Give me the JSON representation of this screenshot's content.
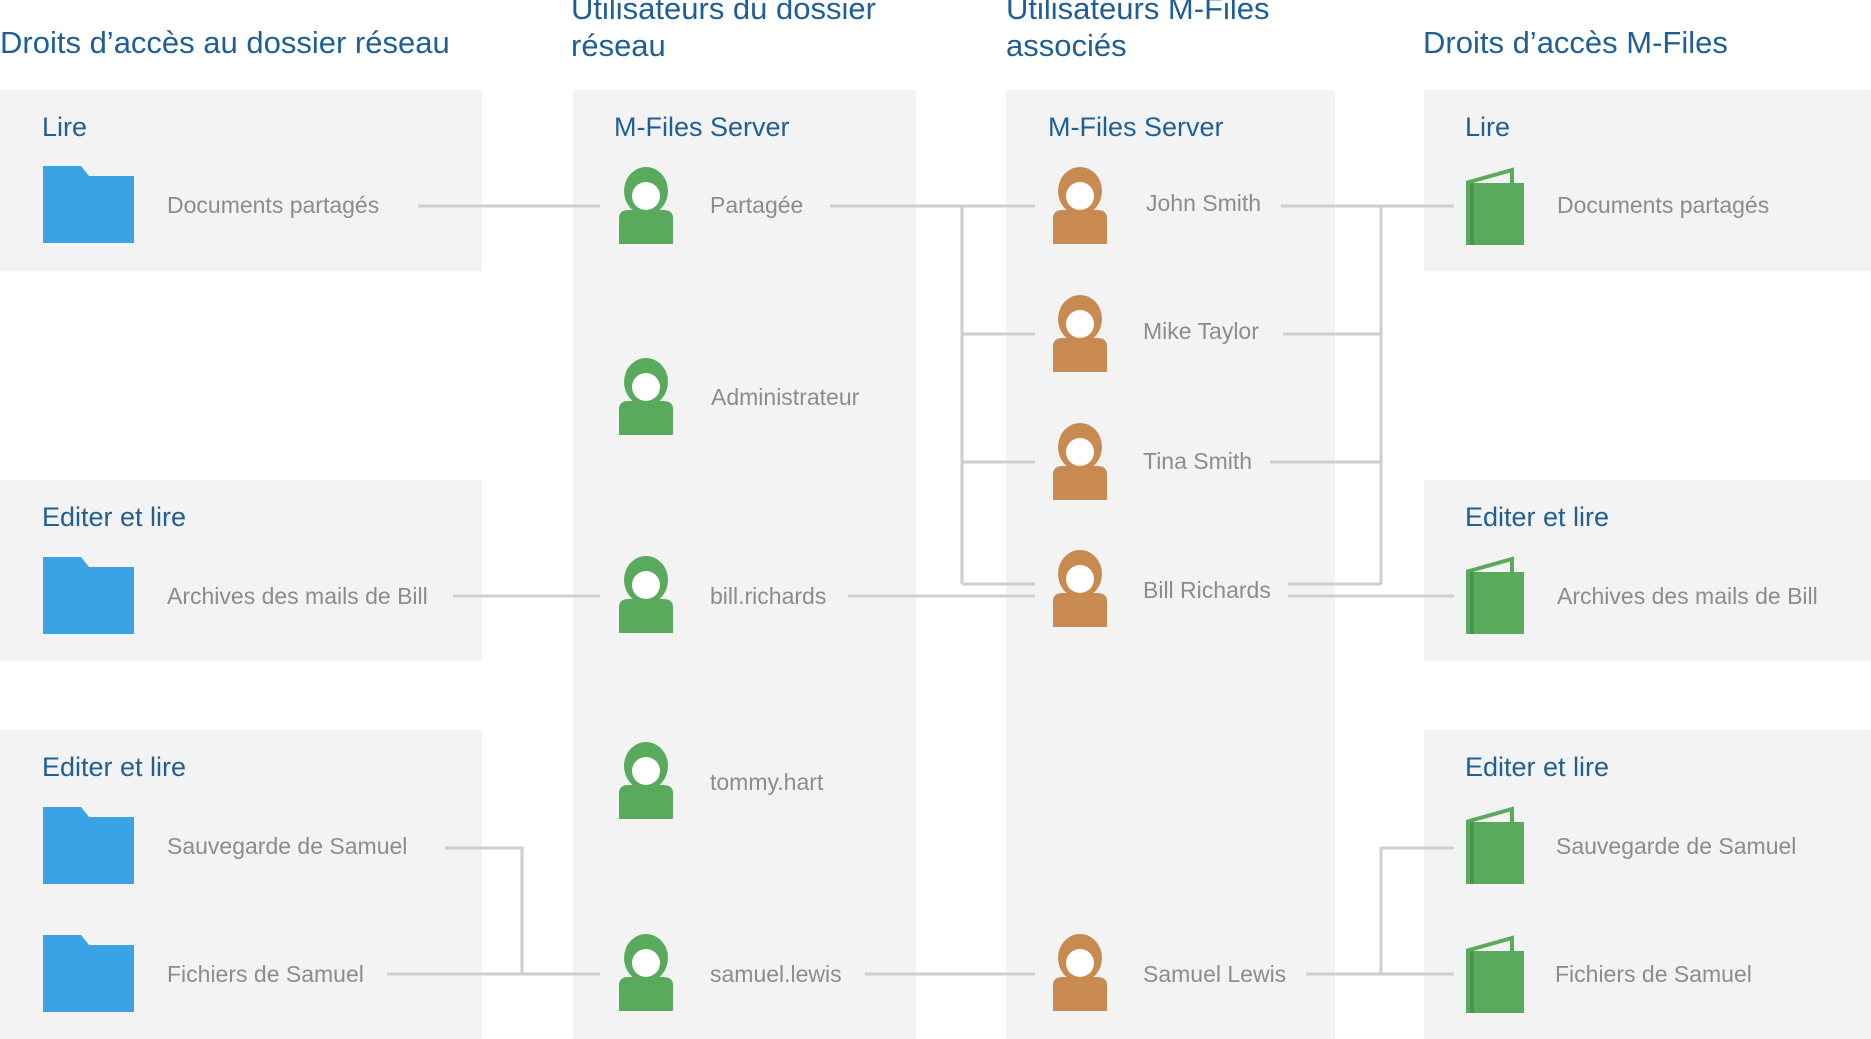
{
  "colors": {
    "title": "#1f5f96",
    "label": "#8c8c8c",
    "panel": "#f3f3f3",
    "connector": "#cfcfcf",
    "folder_icon": "#3aa3e3",
    "network_user_icon": "#5aaa5e",
    "mfiles_user_icon": "#c98a52",
    "book_icon": "#5aaa5e"
  },
  "columns": {
    "network_rights": {
      "title": "Droits d’accès au dossier réseau",
      "groups": [
        {
          "title": "Lire",
          "items": [
            "Documents partagés"
          ]
        },
        {
          "title": "Editer et lire",
          "items": [
            "Archives des mails de Bill"
          ]
        },
        {
          "title": "Editer et lire",
          "items": [
            "Sauvegarde de Samuel",
            "Fichiers de Samuel"
          ]
        }
      ]
    },
    "network_users": {
      "title": "Utilisateurs du dossier\nréseau",
      "server": "M-Files Server",
      "users": [
        "Partagée",
        "Administrateur",
        "bill.richards",
        "tommy.hart",
        "samuel.lewis"
      ]
    },
    "mfiles_users": {
      "title": "Utilisateurs M-Files\nassociés",
      "server": "M-Files Server",
      "users": [
        "John Smith",
        "Mike Taylor",
        "Tina Smith",
        "Bill Richards",
        "Samuel Lewis"
      ]
    },
    "mfiles_rights": {
      "title": "Droits d’accès M-Files",
      "groups": [
        {
          "title": "Lire",
          "items": [
            "Documents partagés"
          ]
        },
        {
          "title": "Editer et lire",
          "items": [
            "Archives des mails de Bill"
          ]
        },
        {
          "title": "Editer et lire",
          "items": [
            "Sauvegarde de Samuel",
            "Fichiers de Samuel"
          ]
        }
      ]
    }
  },
  "icons": {
    "folder": "folder-icon",
    "network_user": "user-icon",
    "mfiles_user": "user-icon",
    "book": "book-icon"
  }
}
